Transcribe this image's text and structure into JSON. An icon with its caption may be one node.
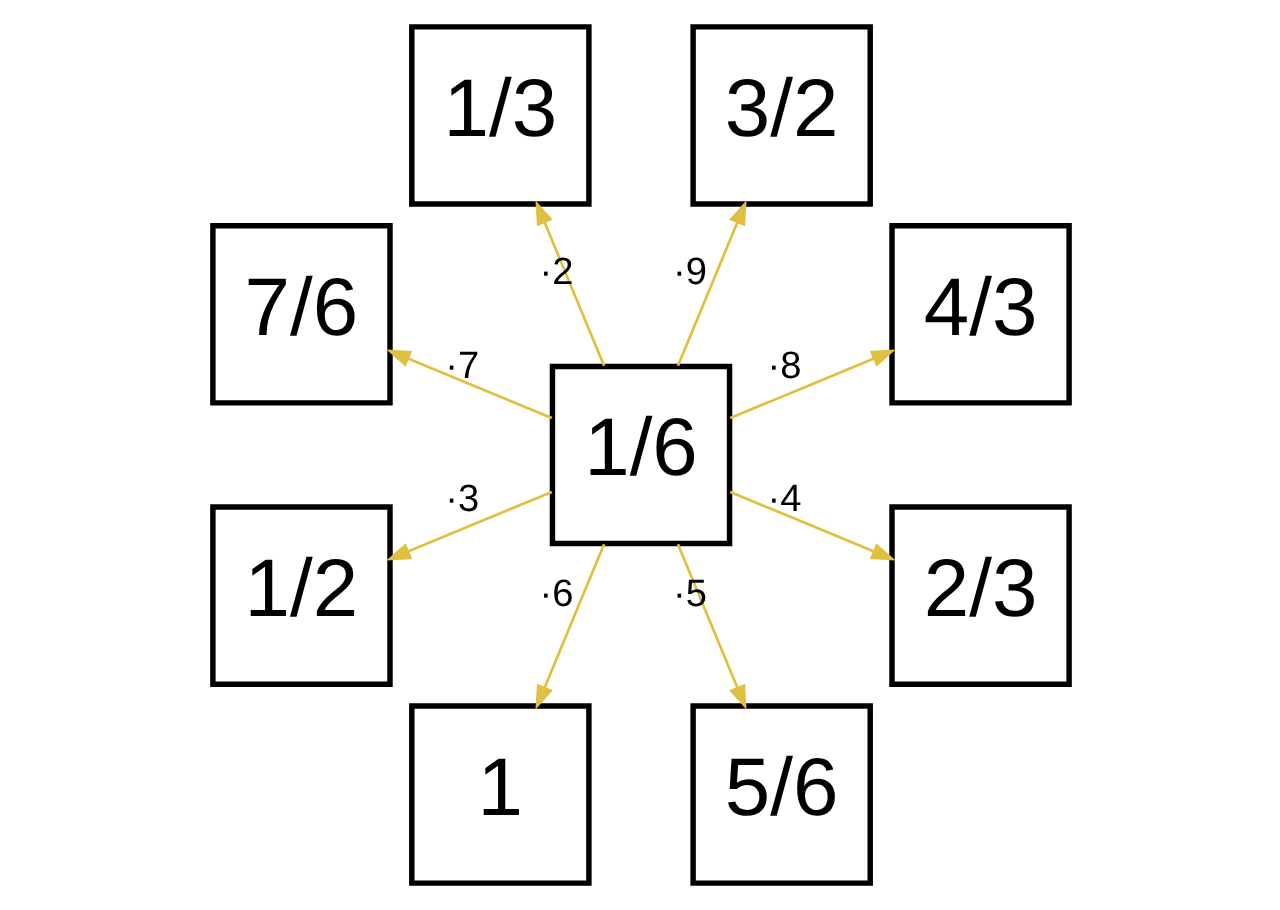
{
  "diagram": {
    "nodes": [
      {
        "text": [
          "4/3"
        ]
      },
      {
        "text": [
          "3/2"
        ]
      },
      {
        "text": [
          "1/3"
        ]
      },
      {
        "text": [
          "7/6"
        ]
      },
      {
        "text": [
          "1/6"
        ]
      },
      {
        "text": [
          "1/2"
        ]
      },
      {
        "text": [
          "1"
        ]
      },
      {
        "text": [
          "5/6"
        ]
      },
      {
        "text": [
          "2/3"
        ]
      }
    ],
    "edges": [
      {
        "from": 4,
        "to": 2,
        "arrow": "to",
        "label": "·2"
      },
      {
        "from": 4,
        "to": 5,
        "arrow": "to",
        "label": "·3"
      },
      {
        "from": 4,
        "to": 8,
        "arrow": "to",
        "label": "·4"
      },
      {
        "from": 4,
        "to": 7,
        "arrow": "to",
        "label": "·5"
      },
      {
        "from": 4,
        "to": 6,
        "arrow": "to",
        "label": "·6"
      },
      {
        "from": 4,
        "to": 3,
        "arrow": "to",
        "label": "·7"
      },
      {
        "from": 4,
        "to": 0,
        "arrow": "to",
        "label": "·8"
      },
      {
        "from": 4,
        "to": 1,
        "arrow": "to",
        "label": "·9"
      }
    ]
  }
}
